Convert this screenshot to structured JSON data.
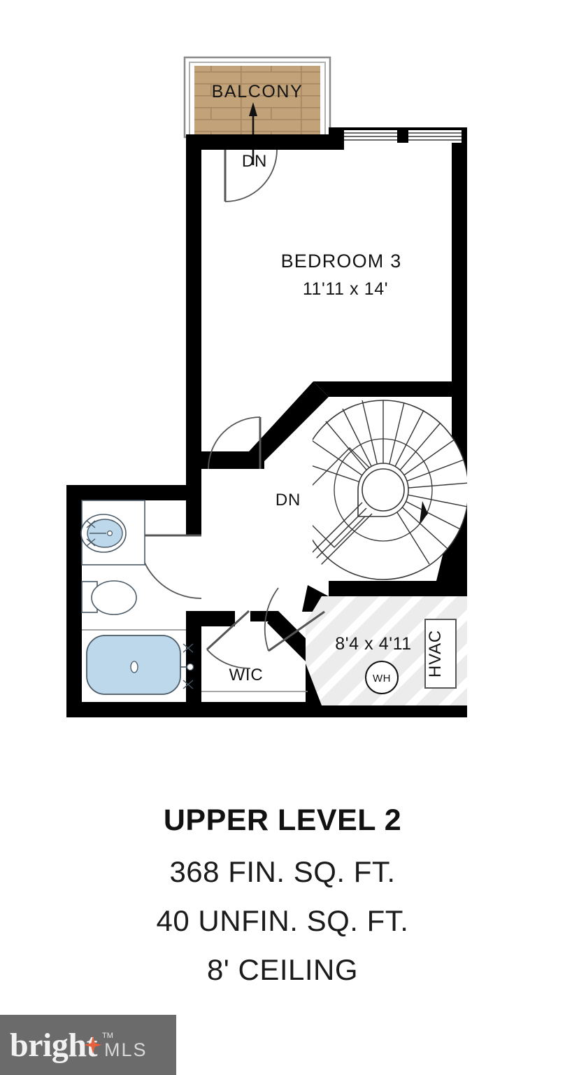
{
  "floorplan": {
    "rooms": [
      {
        "id": "balcony",
        "name": "BALCONY",
        "dimensions": ""
      },
      {
        "id": "bedroom3",
        "name": "BEDROOM 3",
        "dimensions": "11'11 x 14'"
      },
      {
        "id": "wic",
        "name": "WIC",
        "dimensions": ""
      },
      {
        "id": "utility",
        "name": "",
        "dimensions": "8'4 x 4'11"
      }
    ],
    "markers": [
      {
        "id": "stair-dn-balcony",
        "label": "DN"
      },
      {
        "id": "stair-dn-main",
        "label": "DN"
      },
      {
        "id": "water-heater",
        "label": "WH"
      },
      {
        "id": "hvac-unit",
        "label": "HVAC"
      }
    ],
    "colors": {
      "wall": "#000000",
      "floor": "#ffffff",
      "balcony_deck": "#c2a379",
      "balcony_grout": "#a8865f",
      "fixture_water": "#bcd8ea",
      "fixture_outline": "#3a4a55",
      "unfinished_fill": "#ececec",
      "unfinished_stripe": "#ffffff",
      "stair_line": "#333333"
    }
  },
  "summary": {
    "title": "UPPER LEVEL 2",
    "line1": "368 FIN. SQ. FT.",
    "line2": "40 UNFIN. SQ. FT.",
    "line3": "8' CEILING"
  },
  "watermark": {
    "brand": "bright",
    "suffix": "MLS",
    "trademark": "TM",
    "bg_color": "#6b6b6b",
    "star_color": "#e8603c"
  }
}
